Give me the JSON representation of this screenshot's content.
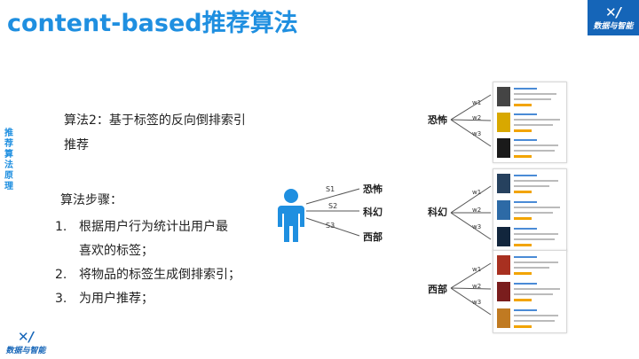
{
  "slide": {
    "title": "content-based推荐算法",
    "side_label": "推荐算法原理",
    "logo_text": "数据与智能",
    "algorithm2_line1": "算法2：基于标签的反向倒排索引",
    "algorithm2_line2": "推荐",
    "steps_title": "算法步骤：",
    "steps": [
      {
        "num": "1.",
        "line1": "根据用户行为统计出用户最",
        "line2": "喜欢的标签；"
      },
      {
        "num": "2.",
        "line1": "将物品的标签生成倒排索引；",
        "line2": ""
      },
      {
        "num": "3.",
        "line1": "为用户推荐；",
        "line2": ""
      }
    ]
  },
  "diagram": {
    "user_links": [
      "S1",
      "S2",
      "S3"
    ],
    "user_tags": [
      "恐怖",
      "科幻",
      "西部"
    ],
    "group_tags": [
      "恐怖",
      "科幻",
      "西部"
    ],
    "movie_weights": [
      "w1",
      "w2",
      "w3"
    ],
    "colors": {
      "user_icon": "#1f8fe0",
      "accent": "#1f8fe0",
      "logo_bg": "#1565b8",
      "stars": "#f2a400"
    }
  }
}
